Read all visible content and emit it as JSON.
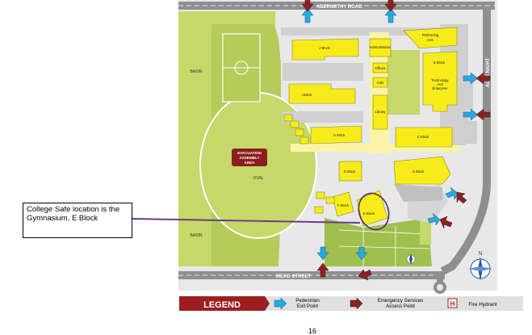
{
  "map": {
    "roads": {
      "north": "ABERNETHY ROAD",
      "south": "MEAD STREET",
      "east": "ALEX NIGHT"
    },
    "areas": {
      "basin_north": "BASIN",
      "basin_south": "BASIN",
      "oval": "OVAL",
      "evacuation": [
        "EVACUATION",
        "ASSEMBLY",
        "AREA"
      ]
    },
    "buildings": {
      "j_block": "J Block",
      "i_block": "I Block",
      "h_block": "H Block",
      "g_block": "G Block",
      "f_block": "F Block",
      "e_block": "E Block",
      "d_block": "D Block",
      "c_block": "C Block",
      "b_block": "B Block",
      "administration": "Administration",
      "offices": "Offices",
      "cafe": "Cafe",
      "library": "Library",
      "performing_arts": [
        "Performing",
        "Arts"
      ],
      "tech_enterprise": [
        "Technology",
        "And",
        "Enterprise"
      ]
    },
    "compass_label": "N"
  },
  "callout": {
    "text": "College Safe location is the Gymnasium, E Block"
  },
  "legend": {
    "title": "LEGEND",
    "pedestrian": [
      "Pedestrian",
      "Exit Point"
    ],
    "emergency": [
      "Emergency Services",
      "Access Point"
    ],
    "hydrant_icon": "H",
    "hydrant": "Fire Hydrant"
  },
  "colors": {
    "building": "#f7ec1a",
    "grass": "#c6d86a",
    "field": "#b5cc5a",
    "pedestrian_arrow": "#2aa9e0",
    "emergency_arrow": "#8b2323",
    "legend_red": "#9c1f1f"
  },
  "page_number": "16"
}
